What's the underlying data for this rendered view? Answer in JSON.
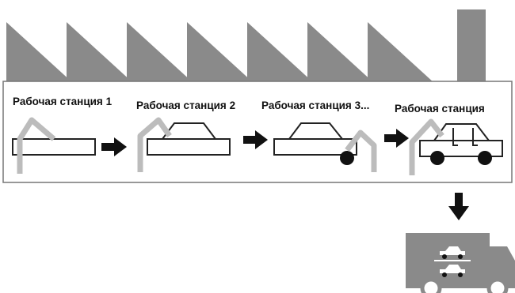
{
  "colors": {
    "factory_gray": "#8a8a8a",
    "robot_arm": "#bcbcbc",
    "outline": "#222222",
    "panel_border": "#777777",
    "arrow": "#111111",
    "wheel": "#111111",
    "background": "#ffffff"
  },
  "stations": [
    {
      "label": "Рабочая станция 1",
      "stage": "chassis"
    },
    {
      "label": "Рабочая станция 2",
      "stage": "body-shell"
    },
    {
      "label": "Рабочая станция 3...",
      "stage": "first-wheel"
    },
    {
      "label": "Рабочая станция",
      "stage": "complete-car"
    }
  ],
  "icons": {
    "flow_arrow": "right-arrow-icon",
    "output_arrow": "down-arrow-icon",
    "delivery": "car-transporter-truck-icon",
    "robot": "robot-arm-icon",
    "factory": "factory-roof-icon"
  }
}
